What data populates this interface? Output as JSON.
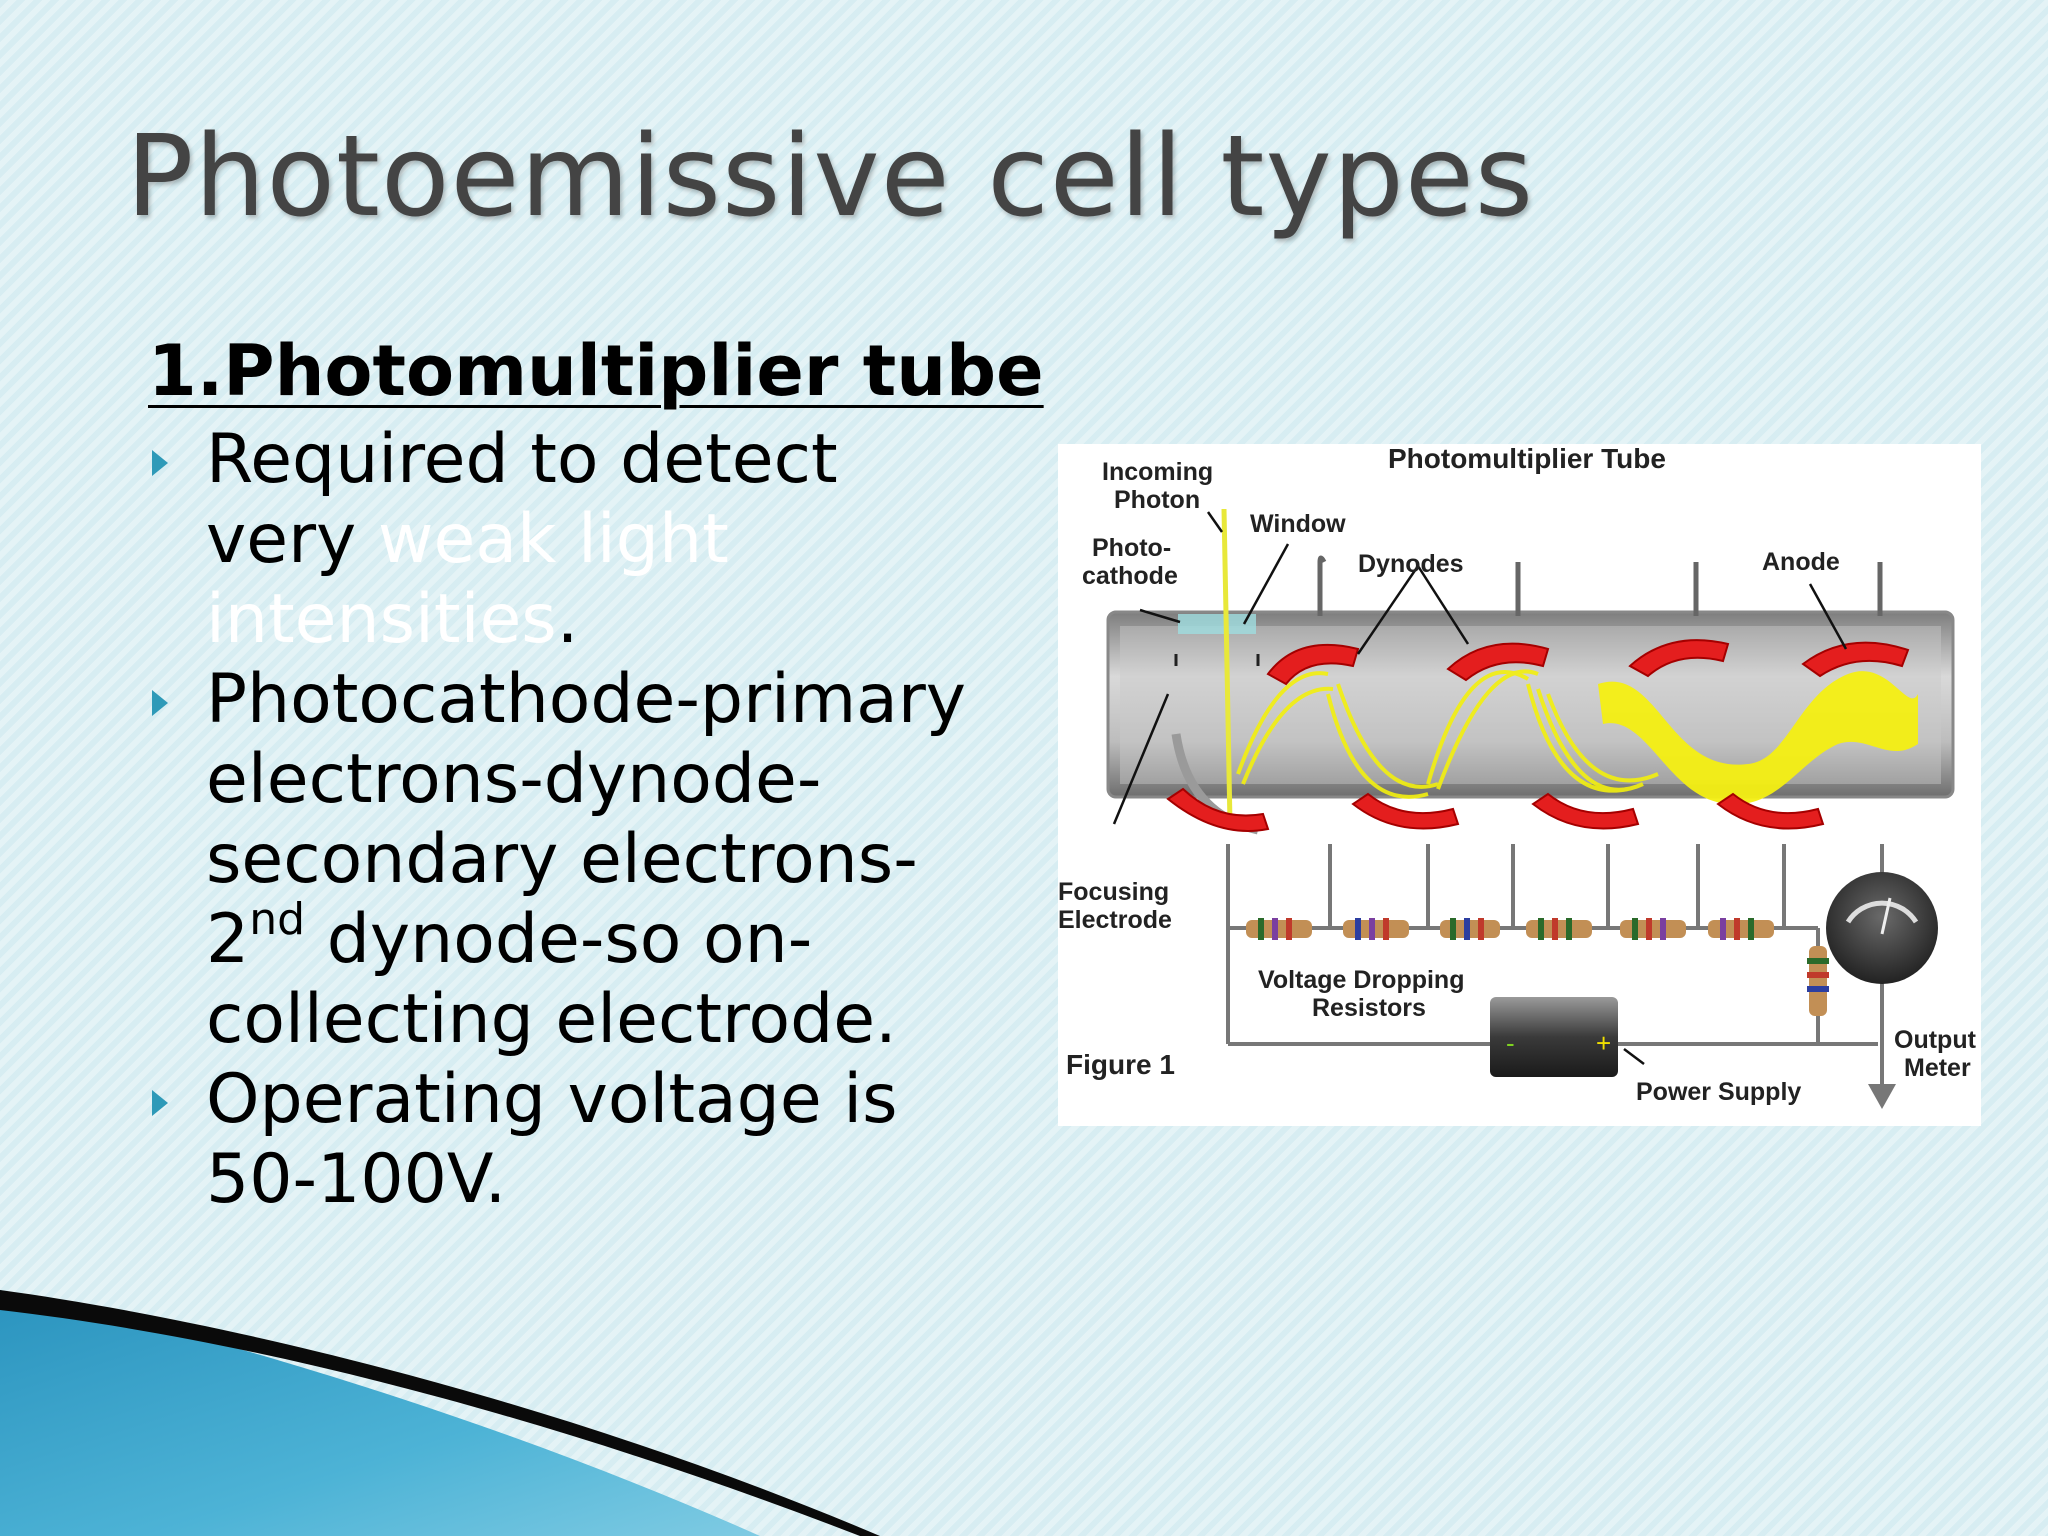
{
  "slide": {
    "title": "Photoemissive cell types",
    "heading": "1.Photomultiplier tube",
    "bullets": [
      {
        "before": "Required to detect very ",
        "highlight": "weak light intensities",
        "after": "."
      },
      {
        "text": "Photocathode-primary electrons-dynode-secondary electrons-2",
        "sup": "nd",
        "text2": " dynode-so on-collecting electrode."
      },
      {
        "text": "Operating voltage is 50-100V."
      }
    ],
    "colors": {
      "background": "#dcf0f4",
      "title": "#444444",
      "bullet_marker": "#2e9ab8",
      "highlight_text": "#ffffff",
      "wave_dark": "#000000",
      "wave_blue": "#1f7fa8"
    }
  },
  "figure": {
    "title": "Photomultiplier Tube",
    "labels": {
      "incoming_photon_1": "Incoming",
      "incoming_photon_2": "Photon",
      "window": "Window",
      "photocathode_1": "Photo-",
      "photocathode_2": "cathode",
      "dynodes": "Dynodes",
      "anode": "Anode",
      "focusing_1": "Focusing",
      "focusing_2": "Electrode",
      "resistors_1": "Voltage Dropping",
      "resistors_2": "Resistors",
      "figure_label": "Figure 1",
      "power_supply": "Power Supply",
      "output_meter_1": "Output",
      "output_meter_2": "Meter",
      "minus": "-",
      "plus": "+"
    }
  }
}
